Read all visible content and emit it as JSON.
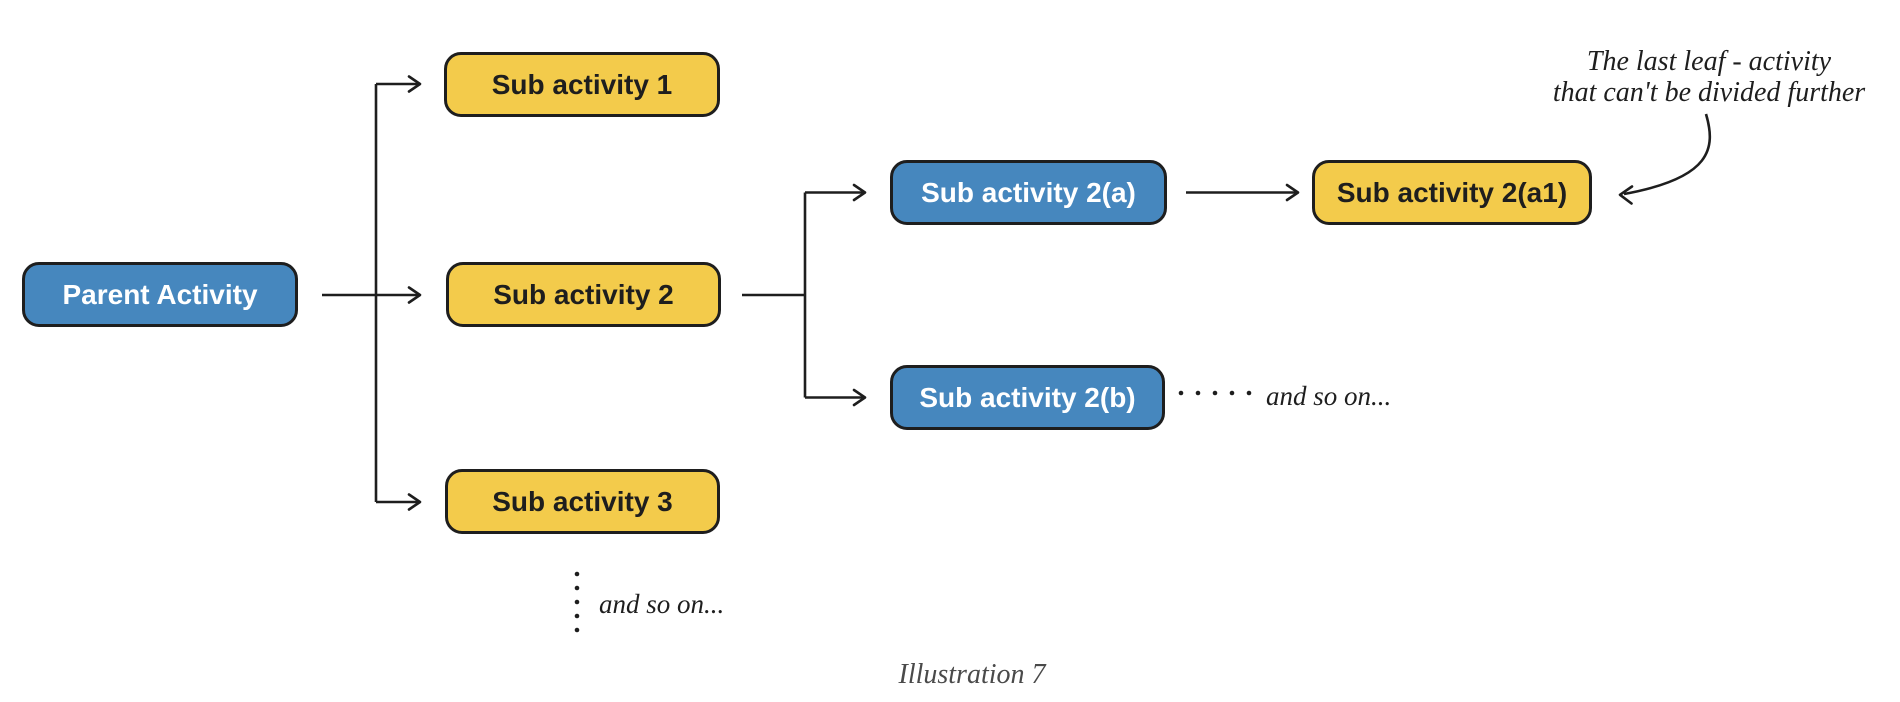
{
  "diagram": {
    "caption": "Illustration 7",
    "palette": {
      "node_blue": "#4687BE",
      "node_yellow": "#F3CB4B",
      "line_color": "#1E1E1E",
      "caption_color": "#4A4A4A"
    },
    "nodes": {
      "parent": "Parent Activity",
      "sub1": "Sub activity 1",
      "sub2": "Sub activity 2",
      "sub3": "Sub activity 3",
      "sub2a": "Sub activity 2(a)",
      "sub2b": "Sub activity 2(b)",
      "sub2a1": "Sub activity 2(a1)"
    },
    "annotations": {
      "leaf_note": {
        "line1": "The last leaf - activity",
        "line2": "that can't be divided further"
      },
      "more_horizontal": "and so on...",
      "more_vertical": "and so on..."
    }
  }
}
